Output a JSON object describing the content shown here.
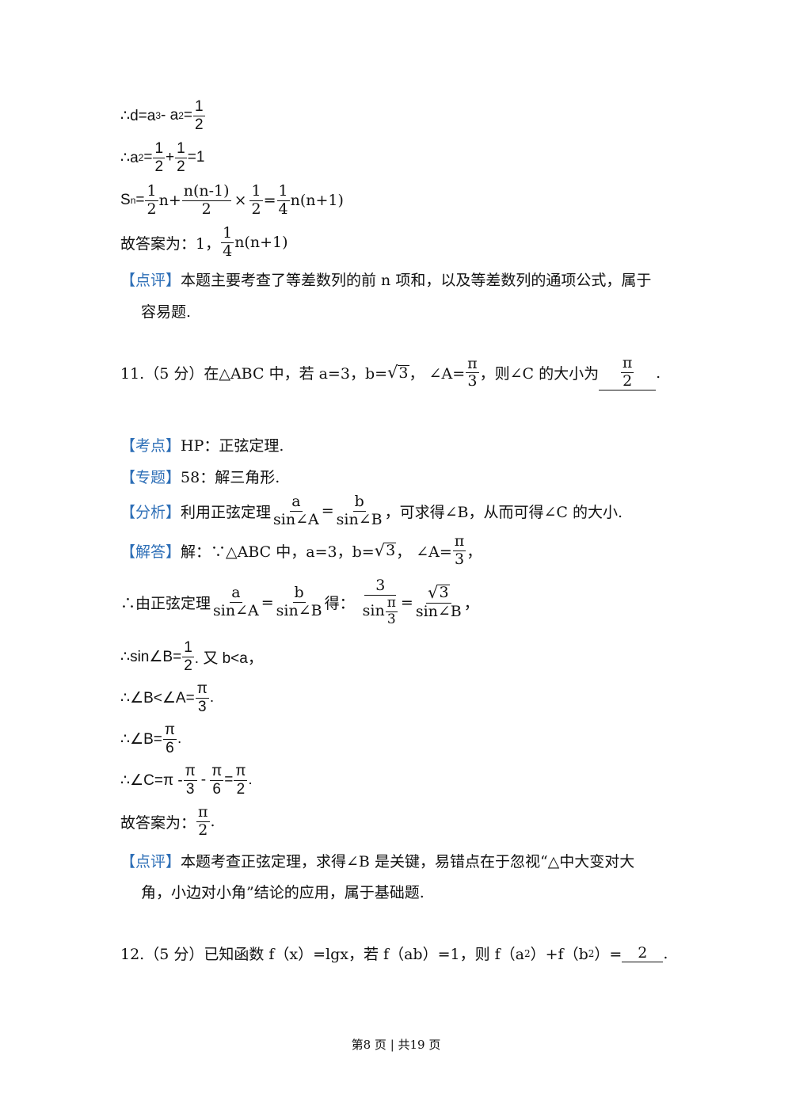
{
  "derivation_top": {
    "l1": {
      "prefix": "∴d=a",
      "sub3": "3",
      "mid": " - a",
      "sub2": "2",
      "eq": "=",
      "f_num": "1",
      "f_den": "2"
    },
    "l2": {
      "prefix": "∴a",
      "sub2": "2",
      "eq": "=",
      "f1_num": "1",
      "f1_den": "2",
      "plus": "+",
      "f2_num": "1",
      "f2_den": "2",
      "tail": "=1"
    },
    "l3": {
      "s": "S",
      "sub_n": "n",
      "eq": "=",
      "f1_num": "1",
      "f1_den": "2",
      "n": "n+",
      "f2_num": "n(n-1)",
      "f2_den": "2",
      "times": "×",
      "f3_num": "1",
      "f3_den": "2",
      "eq2": "=",
      "f4_num": "1",
      "f4_den": "4",
      "tail": "n(n+1)"
    },
    "l4": {
      "label": "故答案为：1，",
      "f_num": "1",
      "f_den": "4",
      "tail": "n(n+1)"
    },
    "comment": {
      "tag": "【点评】",
      "text1": "本题主要考查了等差数列的前 n 项和，以及等差数列的通项公式，属于",
      "text2": "容易题."
    }
  },
  "q11": {
    "num": "11.（5 分）在△ABC 中，若 a=3，b=",
    "sqrt3": "3",
    "angle": "， ∠A=",
    "pi": "π",
    "three": "3",
    "ask": "，则∠C 的大小为",
    "ans_num": "π",
    "ans_den": "2",
    "end": "."
  },
  "q11_sol": {
    "kaodian_tag": "【考点】",
    "kaodian": "HP：正弦定理.",
    "zhuanti_tag": "【专题】",
    "zhuanti": "58：解三角形.",
    "fenxi_tag": "【分析】",
    "fenxi_a": "利用正弦定理",
    "fa_num": "a",
    "fa_den": "sin∠A",
    "eq": "=",
    "fb_num": "b",
    "fb_den": "sin∠B",
    "fenxi_b": "，可求得∠B，从而可得∠C 的大小.",
    "jieda_tag": "【解答】",
    "jieda": "解：∵△ABC 中，a=3，b=",
    "jieda_sqrt": "3",
    "jieda_angle": "， ∠A=",
    "jieda_pi": "π",
    "jieda_three": "3",
    "jieda_end": "，",
    "s2_a": "∴由正弦定理",
    "s2_b": "得：",
    "s2_f3_num": "3",
    "s2_sin": "sin",
    "s2_pi": "π",
    "s2_three": "3",
    "s2_sqrt": "3",
    "s2_sinB": "sin∠B",
    "s2_end": "，",
    "s3_a": "∴sin∠B=",
    "s3_num": "1",
    "s3_den": "2",
    "s3_b": ". 又 b<a，",
    "s4_a": "∴∠B<∠A=",
    "s4_num": "π",
    "s4_den": "3",
    "s4_b": ".",
    "s5_a": "∴∠B=",
    "s5_num": "π",
    "s5_den": "6",
    "s5_b": ".",
    "s6_a": "∴∠C=π -",
    "s6_n1": "π",
    "s6_d1": "3",
    "s6_m": "-",
    "s6_n2": "π",
    "s6_d2": "6",
    "s6_eq": "=",
    "s6_n3": "π",
    "s6_d3": "2",
    "s6_b": ".",
    "s7_a": "故答案为：",
    "s7_num": "π",
    "s7_den": "2",
    "s7_b": ".",
    "dianping_tag": "【点评】",
    "dianping1": "本题考查正弦定理，求得∠B 是关键，易错点在于忽视“△中大变对大",
    "dianping2": "角，小边对小角”结论的应用，属于基础题."
  },
  "q12": {
    "a": "12.（5 分）已知函数 f（x）=lgx，若 f（ab）=1，则 f（a",
    "sup1": "2",
    "b": "）+f（b",
    "sup2": "2",
    "c": "）=",
    "ans": "2",
    "end": "."
  },
  "footer": "第8 页  |  共19 页"
}
